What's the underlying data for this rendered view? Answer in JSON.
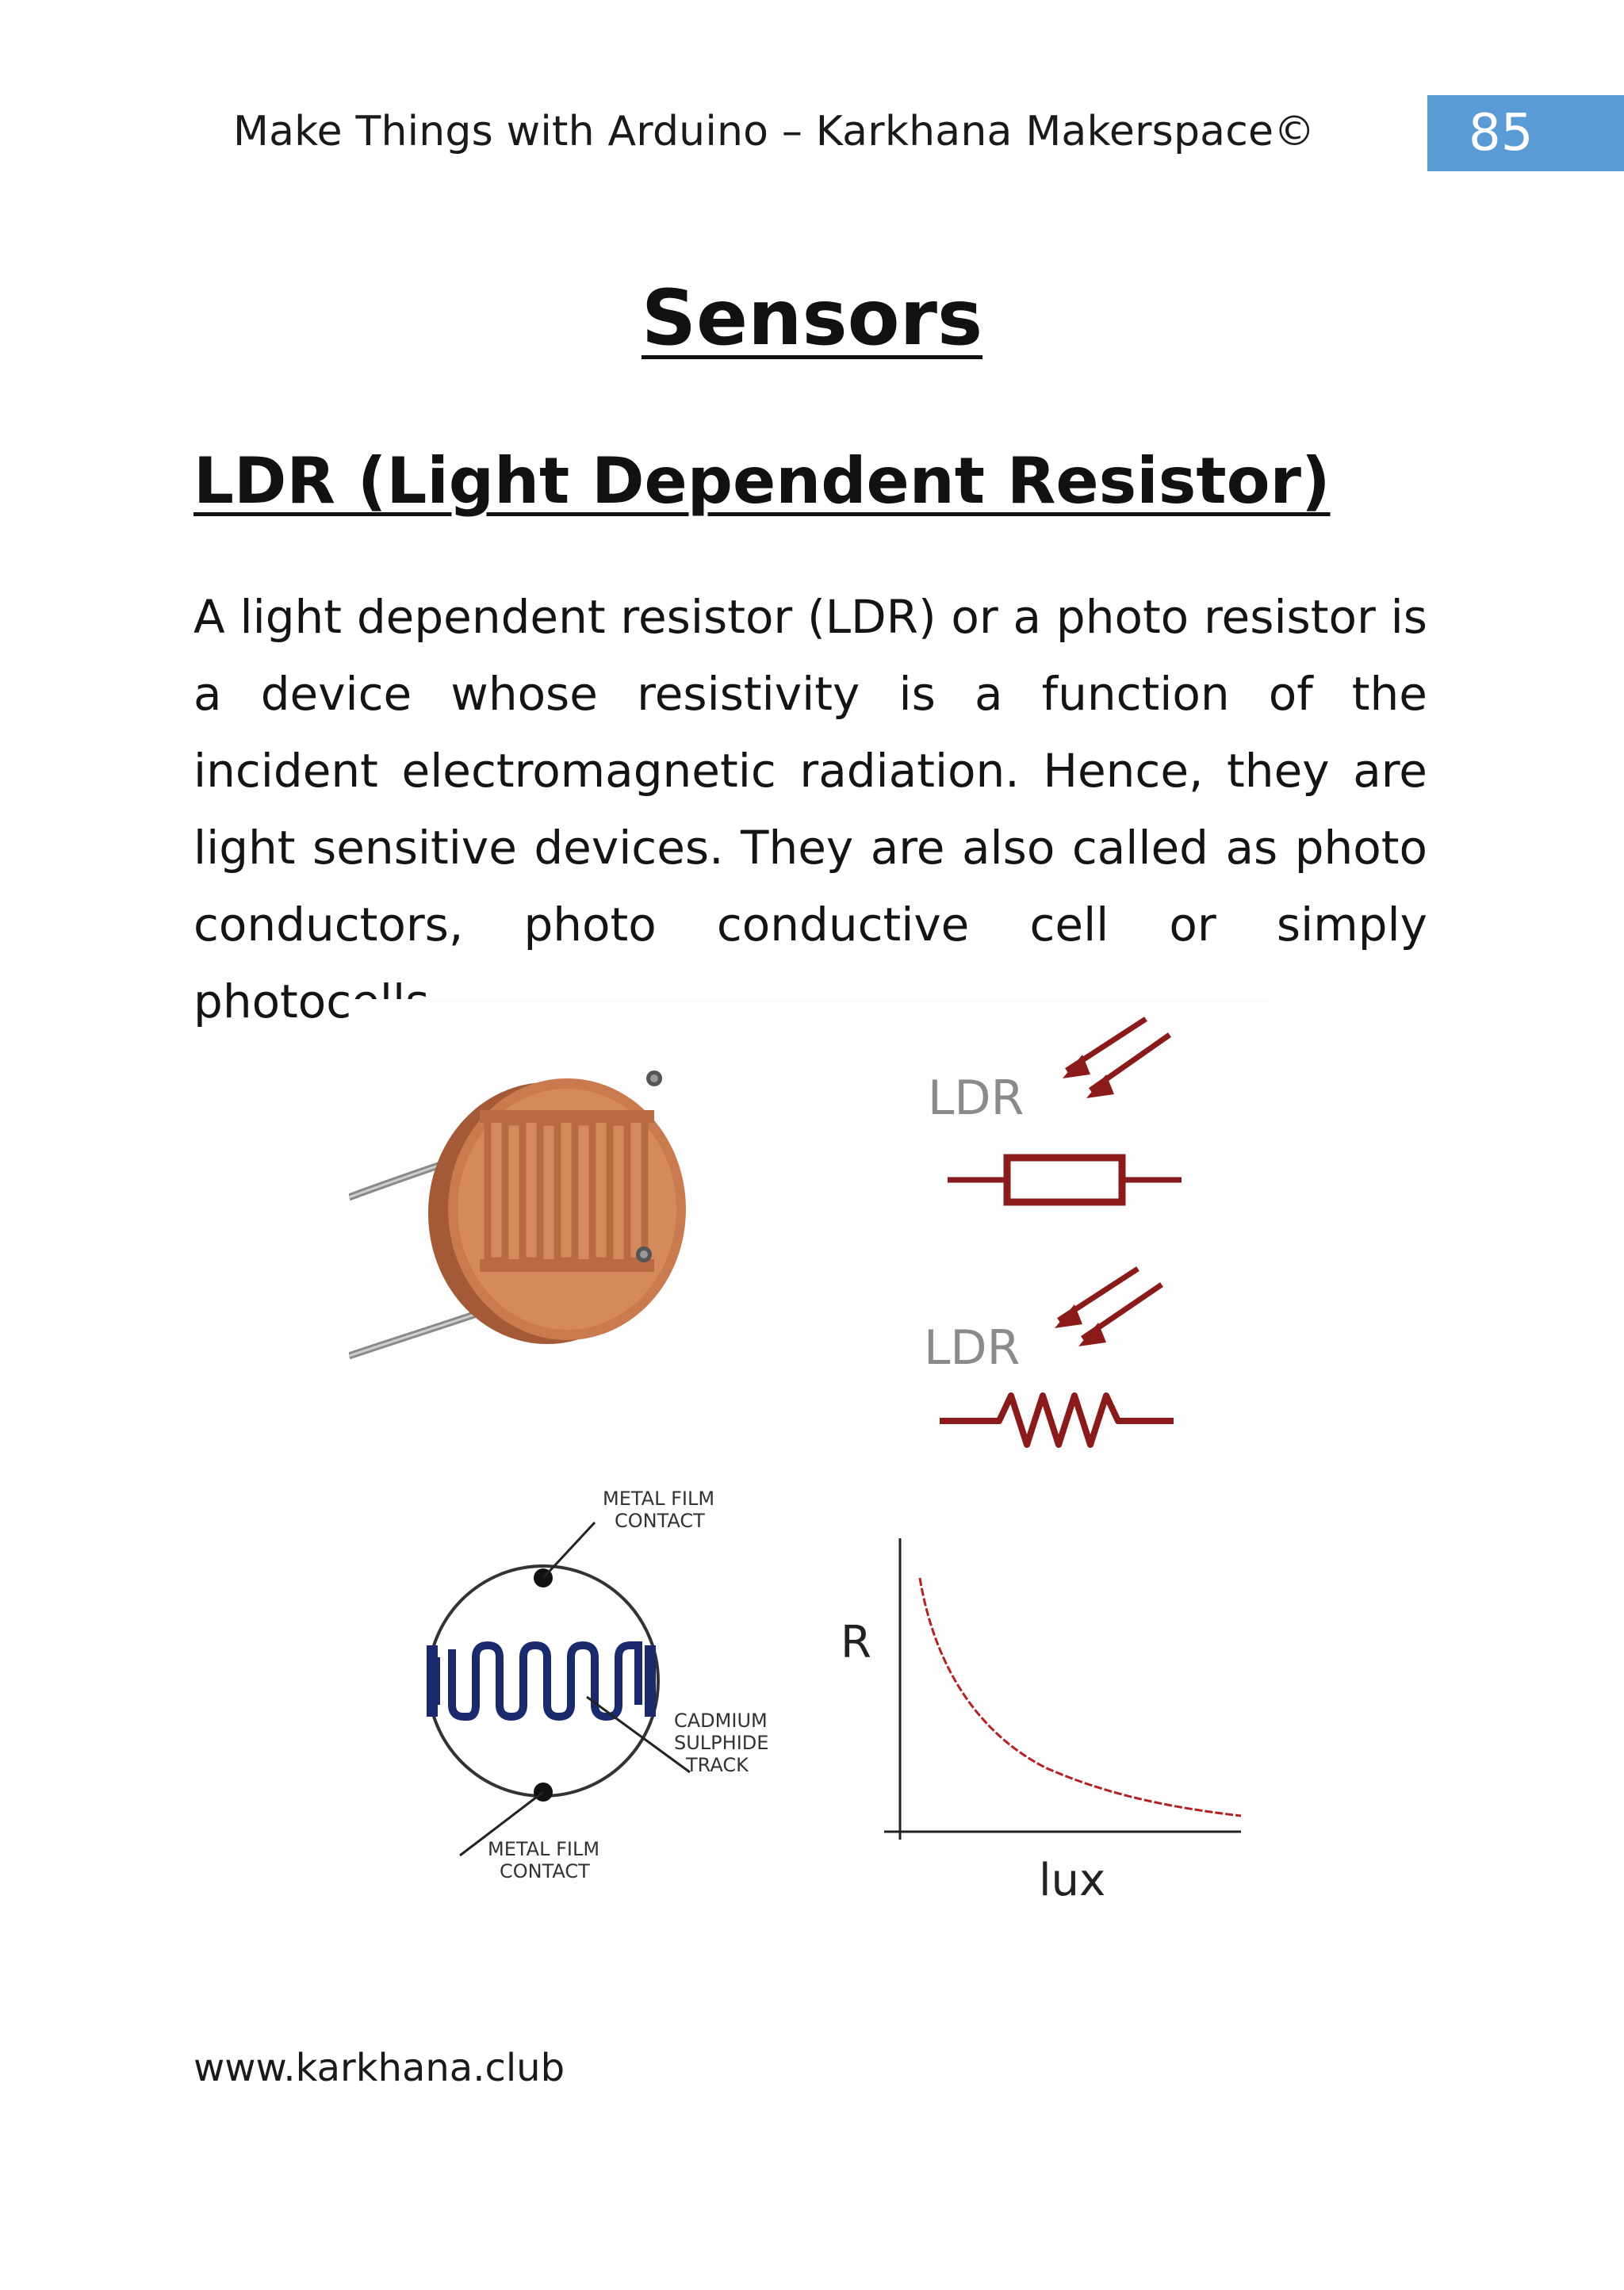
{
  "header": {
    "title": "Make Things with Arduino – Karkhana Makerspace©",
    "page_number": "85"
  },
  "title": "Sensors",
  "section": {
    "heading": "LDR (Light Dependent Resistor)",
    "body": "A light dependent resistor (LDR) or a photo resistor is a device whose resistivity is a function of the incident electromagnetic radiation. Hence, they are light sensitive devices. They are also called as photo conductors, photo conductive cell or simply photocells."
  },
  "figure": {
    "symbol_label_1": "LDR",
    "symbol_label_2": "LDR",
    "diagram_label_top": [
      "METAL FILM",
      "CONTACT"
    ],
    "diagram_label_bottom": [
      "METAL FILM",
      "CONTACT"
    ],
    "diagram_label_track": [
      "CADMIUM",
      "SULPHIDE",
      "TRACK"
    ],
    "graph_y_label": "R",
    "graph_x_label": "lux",
    "colors": {
      "symbol": "#8b1a1a",
      "curve": "#b22222",
      "ldr_body": "#c97a4f"
    }
  },
  "footer": {
    "url": "www.karkhana.club"
  }
}
